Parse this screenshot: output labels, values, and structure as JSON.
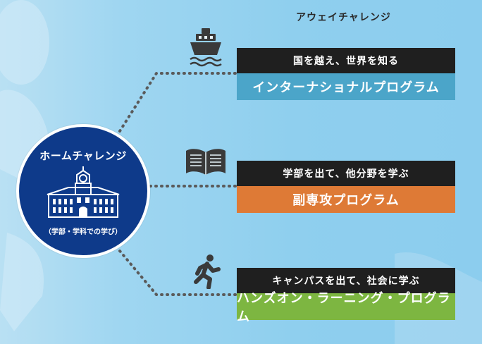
{
  "away_title": "アウェイチャレンジ",
  "home": {
    "title": "ホームチャレンジ",
    "subtitle": "（学部・学科での学び）"
  },
  "programs": [
    {
      "tagline": "国を越え、世界を知る",
      "name": "インターナショナルプログラム",
      "icon": "ship-icon",
      "color": "#4ba5c9"
    },
    {
      "tagline": "学部を出て、他分野を学ぶ",
      "name": "副専攻プログラム",
      "icon": "open-book-icon",
      "color": "#de7a36"
    },
    {
      "tagline": "キャンパスを出て、社会に学ぶ",
      "name": "ハンズオン・ラーニング・プログラム",
      "icon": "running-person-icon",
      "color": "#7db641"
    }
  ],
  "colors": {
    "home_circle": "#0e3a8a",
    "tag_background": "#1f1f1f",
    "background": "#8ccdee"
  }
}
